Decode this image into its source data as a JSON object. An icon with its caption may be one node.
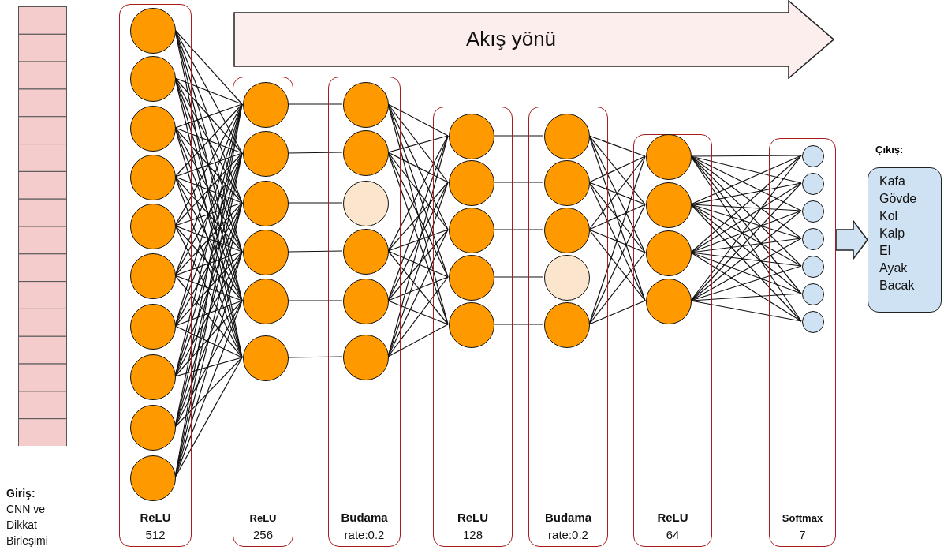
{
  "diagram": {
    "nodes": [
      {
        "text": [],
        "shape": "bar",
        "beside": [
          "Giriş:",
          "CNN ve Dikkat Birleşimi"
        ]
      },
      {
        "text": [
          "Akış yönü"
        ]
      },
      {
        "text": [
          "ReLU",
          "512"
        ]
      },
      {
        "text": [],
        "shape": "circle",
        "in": 2
      },
      {
        "text": [],
        "shape": "circle",
        "in": 2
      },
      {
        "text": [],
        "shape": "circle",
        "in": 2
      },
      {
        "text": [],
        "shape": "circle",
        "in": 2
      },
      {
        "text": [],
        "shape": "circle",
        "in": 2
      },
      {
        "text": [],
        "shape": "circle",
        "in": 2
      },
      {
        "text": [],
        "shape": "circle",
        "in": 2
      },
      {
        "text": [],
        "shape": "circle",
        "in": 2
      },
      {
        "text": [],
        "shape": "circle",
        "in": 2
      },
      {
        "text": [],
        "shape": "circle",
        "in": 2
      },
      {
        "text": [
          "ReLU",
          "256"
        ]
      },
      {
        "text": [],
        "shape": "circle",
        "in": 13
      },
      {
        "text": [],
        "shape": "circle",
        "in": 13
      },
      {
        "text": [],
        "shape": "circle",
        "in": 13
      },
      {
        "text": [],
        "shape": "circle",
        "in": 13
      },
      {
        "text": [],
        "shape": "circle",
        "in": 13
      },
      {
        "text": [],
        "shape": "circle",
        "in": 13
      },
      {
        "text": [
          "Budama",
          "rate:0.2"
        ]
      },
      {
        "text": [],
        "shape": "circle",
        "in": 20
      },
      {
        "text": [],
        "shape": "circle",
        "in": 20
      },
      {
        "text": [],
        "shape": "circle",
        "in": 20
      },
      {
        "text": [],
        "shape": "circle",
        "in": 20
      },
      {
        "text": [],
        "shape": "circle",
        "in": 20
      },
      {
        "text": [],
        "shape": "circle",
        "in": 20
      },
      {
        "text": [
          "ReLU",
          "128"
        ]
      },
      {
        "text": [],
        "shape": "circle",
        "in": 27
      },
      {
        "text": [],
        "shape": "circle",
        "in": 27
      },
      {
        "text": [],
        "shape": "circle",
        "in": 27
      },
      {
        "text": [],
        "shape": "circle",
        "in": 27
      },
      {
        "text": [],
        "shape": "circle",
        "in": 27
      },
      {
        "text": [
          "Budama",
          "rate:0.2"
        ]
      },
      {
        "text": [],
        "shape": "circle",
        "in": 33
      },
      {
        "text": [],
        "shape": "circle",
        "in": 33
      },
      {
        "text": [],
        "shape": "circle",
        "in": 33
      },
      {
        "text": [],
        "shape": "circle",
        "in": 33
      },
      {
        "text": [],
        "shape": "circle",
        "in": 33
      },
      {
        "text": [
          "ReLU",
          "64"
        ]
      },
      {
        "text": [],
        "shape": "circle",
        "in": 39
      },
      {
        "text": [],
        "shape": "circle",
        "in": 39
      },
      {
        "text": [],
        "shape": "circle",
        "in": 39
      },
      {
        "text": [],
        "shape": "circle",
        "in": 39
      },
      {
        "text": [
          "Softmax",
          "7"
        ]
      },
      {
        "text": [],
        "shape": "circle",
        "in": 44
      },
      {
        "text": [],
        "shape": "circle",
        "in": 44
      },
      {
        "text": [],
        "shape": "circle",
        "in": 44
      },
      {
        "text": [],
        "shape": "circle",
        "in": 44
      },
      {
        "text": [],
        "shape": "circle",
        "in": 44
      },
      {
        "text": [],
        "shape": "circle",
        "in": 44
      },
      {
        "text": [],
        "shape": "circle",
        "in": 44
      },
      {
        "text": [
          "Çıkış:",
          "Kafa",
          "Gövde",
          "Kol",
          "Kalp",
          "El",
          "Ayak",
          "Bacak"
        ]
      }
    ],
    "edges": [
      {
        "from": 3,
        "to": 14,
        "arrow": "none"
      },
      {
        "from": 3,
        "to": 15,
        "arrow": "none"
      },
      {
        "from": 3,
        "to": 16,
        "arrow": "none"
      },
      {
        "from": 3,
        "to": 17,
        "arrow": "none"
      },
      {
        "from": 3,
        "to": 18,
        "arrow": "none"
      },
      {
        "from": 3,
        "to": 19,
        "arrow": "none"
      },
      {
        "from": 4,
        "to": 14,
        "arrow": "none"
      },
      {
        "from": 4,
        "to": 15,
        "arrow": "none"
      },
      {
        "from": 4,
        "to": 16,
        "arrow": "none"
      },
      {
        "from": 4,
        "to": 17,
        "arrow": "none"
      },
      {
        "from": 4,
        "to": 18,
        "arrow": "none"
      },
      {
        "from": 4,
        "to": 19,
        "arrow": "none"
      },
      {
        "from": 5,
        "to": 14,
        "arrow": "none"
      },
      {
        "from": 5,
        "to": 15,
        "arrow": "none"
      },
      {
        "from": 5,
        "to": 16,
        "arrow": "none"
      },
      {
        "from": 5,
        "to": 17,
        "arrow": "none"
      },
      {
        "from": 5,
        "to": 18,
        "arrow": "none"
      },
      {
        "from": 5,
        "to": 19,
        "arrow": "none"
      },
      {
        "from": 6,
        "to": 14,
        "arrow": "none"
      },
      {
        "from": 6,
        "to": 15,
        "arrow": "none"
      },
      {
        "from": 6,
        "to": 16,
        "arrow": "none"
      },
      {
        "from": 6,
        "to": 17,
        "arrow": "none"
      },
      {
        "from": 6,
        "to": 18,
        "arrow": "none"
      },
      {
        "from": 6,
        "to": 19,
        "arrow": "none"
      },
      {
        "from": 7,
        "to": 14,
        "arrow": "none"
      },
      {
        "from": 7,
        "to": 15,
        "arrow": "none"
      },
      {
        "from": 7,
        "to": 16,
        "arrow": "none"
      },
      {
        "from": 7,
        "to": 17,
        "arrow": "none"
      },
      {
        "from": 7,
        "to": 18,
        "arrow": "none"
      },
      {
        "from": 7,
        "to": 19,
        "arrow": "none"
      },
      {
        "from": 8,
        "to": 14,
        "arrow": "none"
      },
      {
        "from": 8,
        "to": 15,
        "arrow": "none"
      },
      {
        "from": 8,
        "to": 16,
        "arrow": "none"
      },
      {
        "from": 8,
        "to": 17,
        "arrow": "none"
      },
      {
        "from": 8,
        "to": 18,
        "arrow": "none"
      },
      {
        "from": 8,
        "to": 19,
        "arrow": "none"
      },
      {
        "from": 9,
        "to": 14,
        "arrow": "none"
      },
      {
        "from": 9,
        "to": 15,
        "arrow": "none"
      },
      {
        "from": 9,
        "to": 16,
        "arrow": "none"
      },
      {
        "from": 9,
        "to": 17,
        "arrow": "none"
      },
      {
        "from": 9,
        "to": 18,
        "arrow": "none"
      },
      {
        "from": 9,
        "to": 19,
        "arrow": "none"
      },
      {
        "from": 10,
        "to": 14,
        "arrow": "none"
      },
      {
        "from": 10,
        "to": 15,
        "arrow": "none"
      },
      {
        "from": 10,
        "to": 16,
        "arrow": "none"
      },
      {
        "from": 10,
        "to": 17,
        "arrow": "none"
      },
      {
        "from": 10,
        "to": 18,
        "arrow": "none"
      },
      {
        "from": 10,
        "to": 19,
        "arrow": "none"
      },
      {
        "from": 11,
        "to": 14,
        "arrow": "none"
      },
      {
        "from": 11,
        "to": 15,
        "arrow": "none"
      },
      {
        "from": 11,
        "to": 16,
        "arrow": "none"
      },
      {
        "from": 11,
        "to": 17,
        "arrow": "none"
      },
      {
        "from": 11,
        "to": 18,
        "arrow": "none"
      },
      {
        "from": 11,
        "to": 19,
        "arrow": "none"
      },
      {
        "from": 12,
        "to": 14,
        "arrow": "none"
      },
      {
        "from": 12,
        "to": 15,
        "arrow": "none"
      },
      {
        "from": 12,
        "to": 16,
        "arrow": "none"
      },
      {
        "from": 12,
        "to": 17,
        "arrow": "none"
      },
      {
        "from": 12,
        "to": 18,
        "arrow": "none"
      },
      {
        "from": 12,
        "to": 19,
        "arrow": "none"
      },
      {
        "from": 14,
        "to": 21,
        "arrow": "none"
      },
      {
        "from": 15,
        "to": 22,
        "arrow": "none"
      },
      {
        "from": 16,
        "to": 23,
        "arrow": "none"
      },
      {
        "from": 17,
        "to": 24,
        "arrow": "none"
      },
      {
        "from": 18,
        "to": 25,
        "arrow": "none"
      },
      {
        "from": 19,
        "to": 26,
        "arrow": "none"
      },
      {
        "from": 21,
        "to": 28,
        "arrow": "none"
      },
      {
        "from": 21,
        "to": 29,
        "arrow": "none"
      },
      {
        "from": 21,
        "to": 30,
        "arrow": "none"
      },
      {
        "from": 21,
        "to": 31,
        "arrow": "none"
      },
      {
        "from": 21,
        "to": 32,
        "arrow": "none"
      },
      {
        "from": 22,
        "to": 28,
        "arrow": "none"
      },
      {
        "from": 22,
        "to": 29,
        "arrow": "none"
      },
      {
        "from": 22,
        "to": 30,
        "arrow": "none"
      },
      {
        "from": 22,
        "to": 31,
        "arrow": "none"
      },
      {
        "from": 22,
        "to": 32,
        "arrow": "none"
      },
      {
        "from": 24,
        "to": 28,
        "arrow": "none"
      },
      {
        "from": 24,
        "to": 29,
        "arrow": "none"
      },
      {
        "from": 24,
        "to": 30,
        "arrow": "none"
      },
      {
        "from": 24,
        "to": 31,
        "arrow": "none"
      },
      {
        "from": 24,
        "to": 32,
        "arrow": "none"
      },
      {
        "from": 25,
        "to": 28,
        "arrow": "none"
      },
      {
        "from": 25,
        "to": 29,
        "arrow": "none"
      },
      {
        "from": 25,
        "to": 30,
        "arrow": "none"
      },
      {
        "from": 25,
        "to": 31,
        "arrow": "none"
      },
      {
        "from": 25,
        "to": 32,
        "arrow": "none"
      },
      {
        "from": 26,
        "to": 28,
        "arrow": "none"
      },
      {
        "from": 26,
        "to": 29,
        "arrow": "none"
      },
      {
        "from": 26,
        "to": 30,
        "arrow": "none"
      },
      {
        "from": 26,
        "to": 31,
        "arrow": "none"
      },
      {
        "from": 26,
        "to": 32,
        "arrow": "none"
      },
      {
        "from": 28,
        "to": 34,
        "arrow": "none"
      },
      {
        "from": 29,
        "to": 35,
        "arrow": "none"
      },
      {
        "from": 30,
        "to": 36,
        "arrow": "none"
      },
      {
        "from": 31,
        "to": 37,
        "arrow": "none"
      },
      {
        "from": 32,
        "to": 38,
        "arrow": "none"
      },
      {
        "from": 34,
        "to": 40,
        "arrow": "none"
      },
      {
        "from": 34,
        "to": 41,
        "arrow": "none"
      },
      {
        "from": 34,
        "to": 42,
        "arrow": "none"
      },
      {
        "from": 34,
        "to": 43,
        "arrow": "none"
      },
      {
        "from": 35,
        "to": 40,
        "arrow": "none"
      },
      {
        "from": 35,
        "to": 41,
        "arrow": "none"
      },
      {
        "from": 35,
        "to": 42,
        "arrow": "none"
      },
      {
        "from": 35,
        "to": 43,
        "arrow": "none"
      },
      {
        "from": 36,
        "to": 40,
        "arrow": "none"
      },
      {
        "from": 36,
        "to": 41,
        "arrow": "none"
      },
      {
        "from": 36,
        "to": 42,
        "arrow": "none"
      },
      {
        "from": 36,
        "to": 43,
        "arrow": "none"
      },
      {
        "from": 38,
        "to": 40,
        "arrow": "none"
      },
      {
        "from": 38,
        "to": 41,
        "arrow": "none"
      },
      {
        "from": 38,
        "to": 42,
        "arrow": "none"
      },
      {
        "from": 38,
        "to": 43,
        "arrow": "none"
      },
      {
        "from": 40,
        "to": 45,
        "arrow": "none"
      },
      {
        "from": 40,
        "to": 46,
        "arrow": "none"
      },
      {
        "from": 40,
        "to": 47,
        "arrow": "none"
      },
      {
        "from": 40,
        "to": 48,
        "arrow": "none"
      },
      {
        "from": 40,
        "to": 49,
        "arrow": "none"
      },
      {
        "from": 40,
        "to": 50,
        "arrow": "none"
      },
      {
        "from": 40,
        "to": 51,
        "arrow": "none"
      },
      {
        "from": 41,
        "to": 45,
        "arrow": "none"
      },
      {
        "from": 41,
        "to": 46,
        "arrow": "none"
      },
      {
        "from": 41,
        "to": 47,
        "arrow": "none"
      },
      {
        "from": 41,
        "to": 48,
        "arrow": "none"
      },
      {
        "from": 41,
        "to": 49,
        "arrow": "none"
      },
      {
        "from": 41,
        "to": 50,
        "arrow": "none"
      },
      {
        "from": 41,
        "to": 51,
        "arrow": "none"
      },
      {
        "from": 42,
        "to": 45,
        "arrow": "none"
      },
      {
        "from": 42,
        "to": 46,
        "arrow": "none"
      },
      {
        "from": 42,
        "to": 47,
        "arrow": "none"
      },
      {
        "from": 42,
        "to": 48,
        "arrow": "none"
      },
      {
        "from": 42,
        "to": 49,
        "arrow": "none"
      },
      {
        "from": 42,
        "to": 50,
        "arrow": "none"
      },
      {
        "from": 42,
        "to": 51,
        "arrow": "none"
      },
      {
        "from": 43,
        "to": 45,
        "arrow": "none"
      },
      {
        "from": 43,
        "to": 46,
        "arrow": "none"
      },
      {
        "from": 43,
        "to": 47,
        "arrow": "none"
      },
      {
        "from": 43,
        "to": 48,
        "arrow": "none"
      },
      {
        "from": 43,
        "to": 49,
        "arrow": "none"
      },
      {
        "from": 43,
        "to": 50,
        "arrow": "none"
      },
      {
        "from": 43,
        "to": 51,
        "arrow": "none"
      },
      {
        "from": 44,
        "to": 52,
        "arrow": "to"
      }
    ]
  }
}
